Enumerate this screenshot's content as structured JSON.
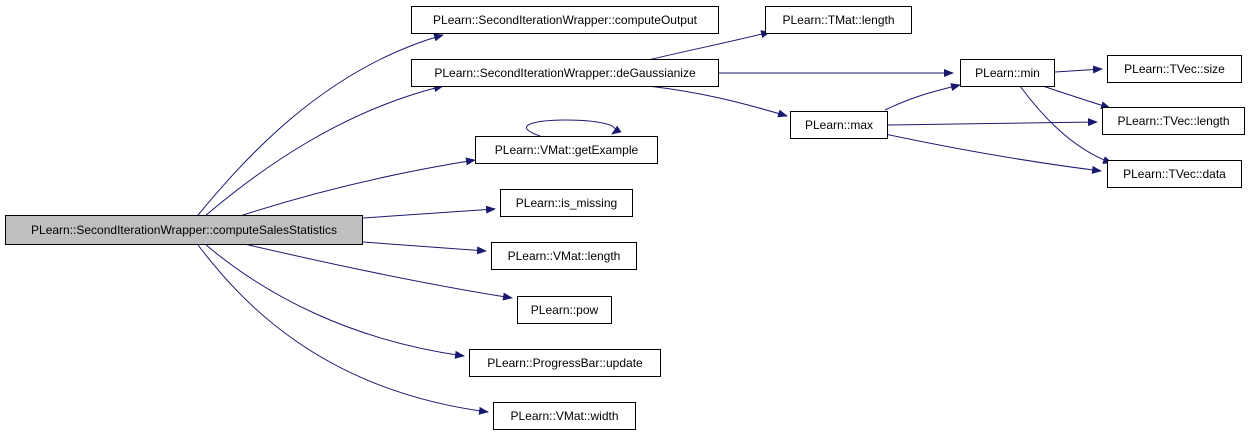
{
  "colors": {
    "edge": "#191970",
    "node_border": "#000000",
    "root_fill": "#bfbfbf",
    "node_fill": "#ffffff"
  },
  "nodes": {
    "root": "PLearn::SecondIterationWrapper::computeSalesStatistics",
    "compute_output": "PLearn::SecondIterationWrapper::computeOutput",
    "de_gaussianize": "PLearn::SecondIterationWrapper::deGaussianize",
    "tmat_length": "PLearn::TMat::length",
    "min": "PLearn::min",
    "tvec_size": "PLearn::TVec::size",
    "max": "PLearn::max",
    "tvec_length": "PLearn::TVec::length",
    "tvec_data": "PLearn::TVec::data",
    "get_example": "PLearn::VMat::getExample",
    "is_missing": "PLearn::is_missing",
    "vmat_length": "PLearn::VMat::length",
    "pow": "PLearn::pow",
    "progressbar_update": "PLearn::ProgressBar::update",
    "vmat_width": "PLearn::VMat::width"
  }
}
